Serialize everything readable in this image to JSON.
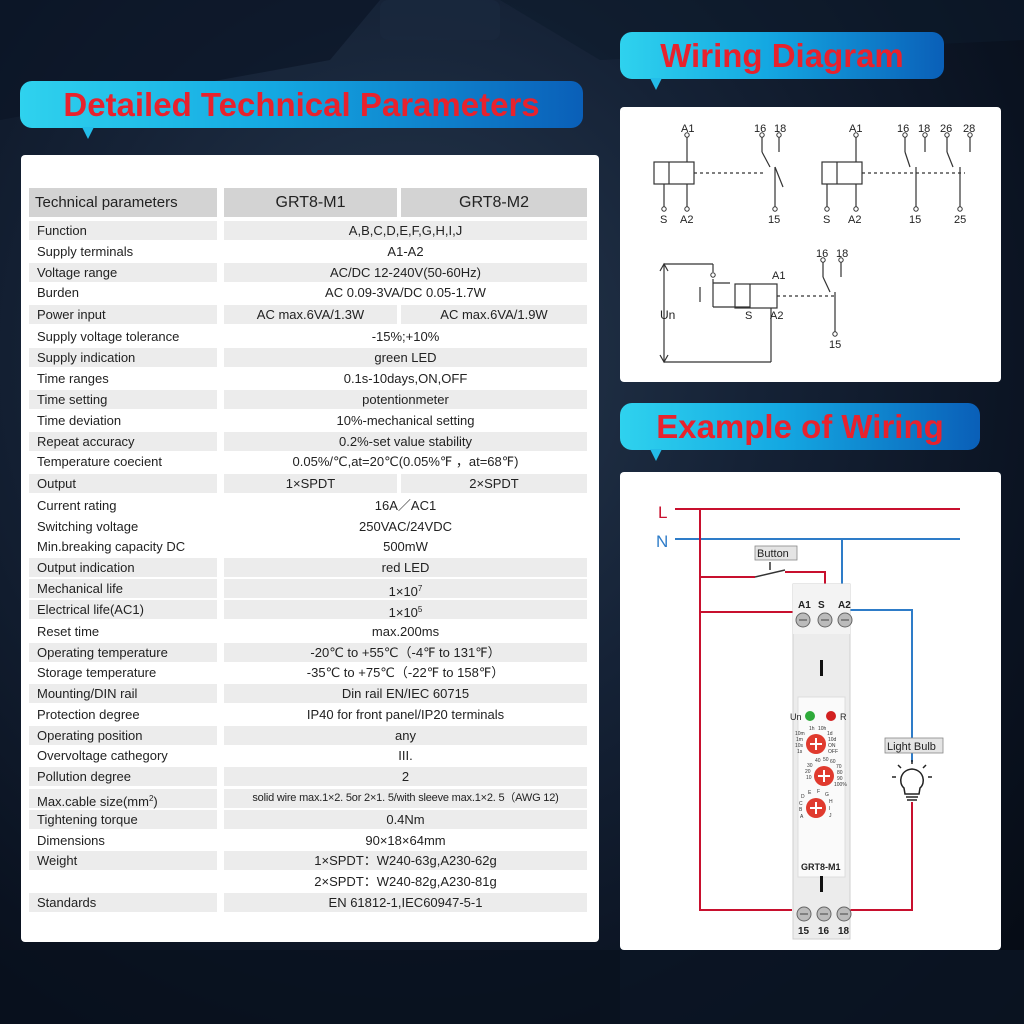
{
  "titles": {
    "params": "Detailed Technical Parameters",
    "wiring_diagram": "Wiring Diagram",
    "example": "Example of Wiring"
  },
  "table": {
    "header_label": "Technical parameters",
    "col1": "GRT8-M1",
    "col2": "GRT8-M2",
    "rows": [
      {
        "label": "Function",
        "value": "A,B,C,D,E,F,G,H,I,J"
      },
      {
        "label": "Supply terminals",
        "value": "A1-A2"
      },
      {
        "label": "Voltage range",
        "value": "AC/DC 12-240V(50-60Hz)"
      },
      {
        "label": "Burden",
        "value": "AC 0.09-3VA/DC 0.05-1.7W"
      },
      {
        "label": "Power input",
        "value1": "AC max.6VA/1.3W",
        "value2": "AC max.6VA/1.9W"
      },
      {
        "label": "Supply voltage tolerance",
        "value": "-15%;+10%"
      },
      {
        "label": "Supply indication",
        "value": "green LED"
      },
      {
        "label": "Time ranges",
        "value": "0.1s-10days,ON,OFF"
      },
      {
        "label": "Time setting",
        "value": "potentionmeter"
      },
      {
        "label": "Time deviation",
        "value": "10%-mechanical setting"
      },
      {
        "label": "Repeat accuracy",
        "value": "0.2%-set value stability"
      },
      {
        "label": "Temperature coecient",
        "value": "0.05%/℃,at=20℃(0.05%℉ ，at=68℉)"
      },
      {
        "label": "Output",
        "value1": "1×SPDT",
        "value2": "2×SPDT"
      },
      {
        "label": "Current rating",
        "value": "16A／AC1"
      },
      {
        "label": "Switching voltage",
        "value": "250VAC/24VDC"
      },
      {
        "label": "Min.breaking capacity DC",
        "value": "500mW"
      },
      {
        "label": "Output indication",
        "value": "red LED"
      },
      {
        "label": "Mechanical life",
        "value": "1×10",
        "sup": "7"
      },
      {
        "label": "Electrical life(AC1)",
        "value": "1×10",
        "sup": "5"
      },
      {
        "label": "Reset time",
        "value": "max.200ms"
      },
      {
        "label": "Operating temperature",
        "value": "-20℃ to +55℃（-4℉ to 131℉）"
      },
      {
        "label": "Storage temperature",
        "value": "-35℃ to +75℃（-22℉ to 158℉）"
      },
      {
        "label": "Mounting/DIN rail",
        "value": "Din rail EN/IEC 60715"
      },
      {
        "label": "Protection degree",
        "value": "IP40 for front panel/IP20 terminals"
      },
      {
        "label": "Operating position",
        "value": "any"
      },
      {
        "label": "Overvoltage cathegory",
        "value": "III."
      },
      {
        "label": "Pollution degree",
        "value": "2"
      },
      {
        "label": "Max.cable size(mm",
        "label_sup": "2",
        "label_end": ")",
        "value": "solid wire max.1×2. 5or 2×1. 5/with sleeve max.1×2. 5（AWG 12)"
      },
      {
        "label": "Tightening torque",
        "value": "0.4Nm"
      },
      {
        "label": "Dimensions",
        "value": "90×18×64mm"
      },
      {
        "label": "Weight",
        "value": "1×SPDT：W240-63g,A230-62g"
      },
      {
        "label": "",
        "value": "2×SPDT：W240-82g,A230-81g"
      },
      {
        "label": "Standards",
        "value": "EN 61812-1,IEC60947-5-1"
      }
    ]
  },
  "wiring": {
    "d1_terminals": [
      "A1",
      "16",
      "18",
      "S",
      "A2",
      "15"
    ],
    "d2_terminals": [
      "A1",
      "16",
      "18",
      "26",
      "28",
      "S",
      "A2",
      "15",
      "25"
    ],
    "d3_terminals": [
      "16",
      "18",
      "A1",
      "S",
      "A2",
      "15",
      "Un"
    ]
  },
  "example": {
    "line_L": "L",
    "line_N": "N",
    "button_label": "Button",
    "bulb_label": "Light Bulb",
    "device_model": "GRT8-M1",
    "top_terminals": [
      "A1",
      "S",
      "A2"
    ],
    "bottom_terminals": [
      "15",
      "16",
      "18"
    ],
    "led_un": "Un",
    "led_r": "R",
    "dial1_labels": [
      "1h",
      "10h",
      "1d",
      "10d",
      "ON",
      "OFF",
      "10m",
      "1m",
      "10s",
      "1s"
    ],
    "dial2_labels": [
      "40",
      "50",
      "60",
      "70",
      "80",
      "90",
      "100%",
      "30",
      "20",
      "10"
    ],
    "dial3_labels": [
      "E",
      "F",
      "G",
      "H",
      "I",
      "J",
      "D",
      "C",
      "B",
      "A"
    ],
    "colors": {
      "L": "#c8102e",
      "N": "#2e7cc8",
      "title_red": "#e8222d",
      "led_green": "#2eaa3a",
      "led_red": "#d22020",
      "dial": "#e03a2e"
    }
  }
}
